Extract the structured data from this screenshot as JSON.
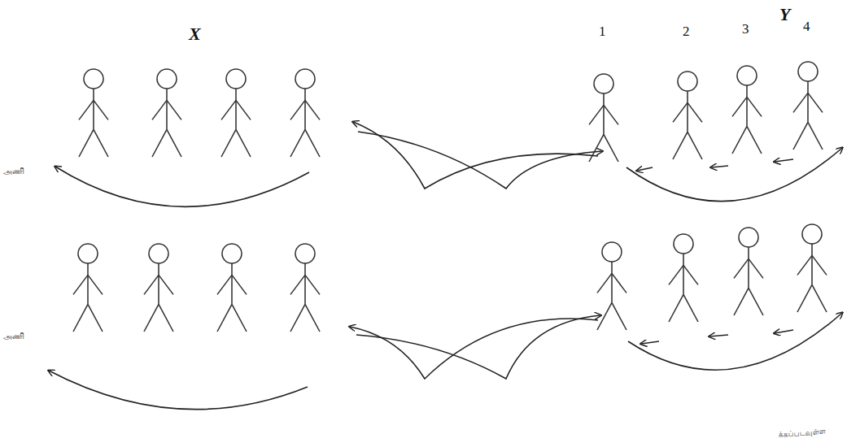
{
  "diagram": {
    "labels": [
      "அணி",
      "X",
      "Y",
      "1",
      "2",
      "3",
      "4",
      "அணி",
      "க்கப்படவுள்ள"
    ]
  }
}
